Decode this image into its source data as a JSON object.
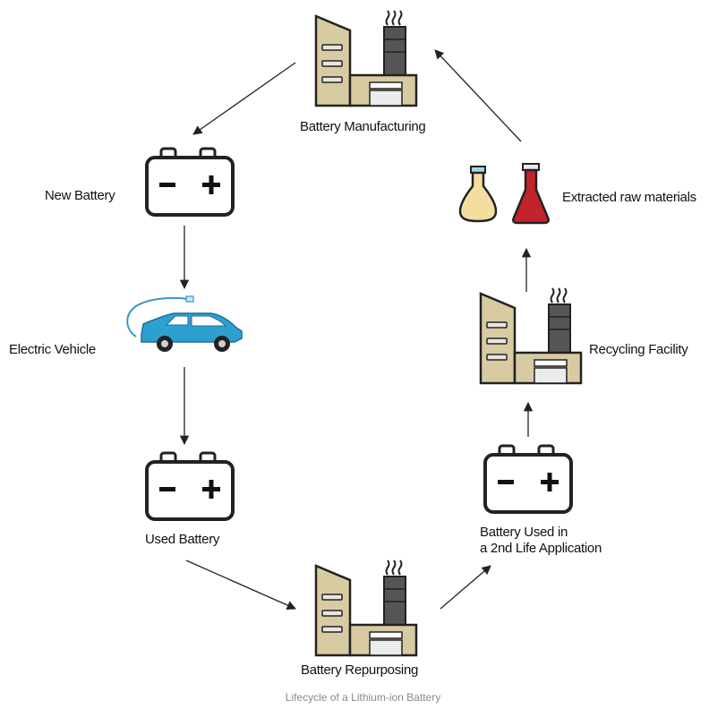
{
  "diagram": {
    "caption": "Lifecycle of a Lithium-ion Battery",
    "nodes": {
      "battery_manufacturing": "Battery Manufacturing",
      "new_battery": "New Battery",
      "electric_vehicle": "Electric Vehicle",
      "used_battery": "Used Battery",
      "battery_repurposing": "Battery Repurposing",
      "second_life_line1": "Battery Used in",
      "second_life_line2": "a 2nd Life Application",
      "recycling_facility": "Recycling Facility",
      "extracted_raw_materials": "Extracted raw materials"
    },
    "colors": {
      "factory_fill": "#d8cba2",
      "factory_stroke": "#222222",
      "chimney": "#555555",
      "car_body": "#2ea0d0",
      "flask_light": "#f3dea0",
      "flask_red": "#c4232b",
      "arrow": "#222222"
    }
  }
}
